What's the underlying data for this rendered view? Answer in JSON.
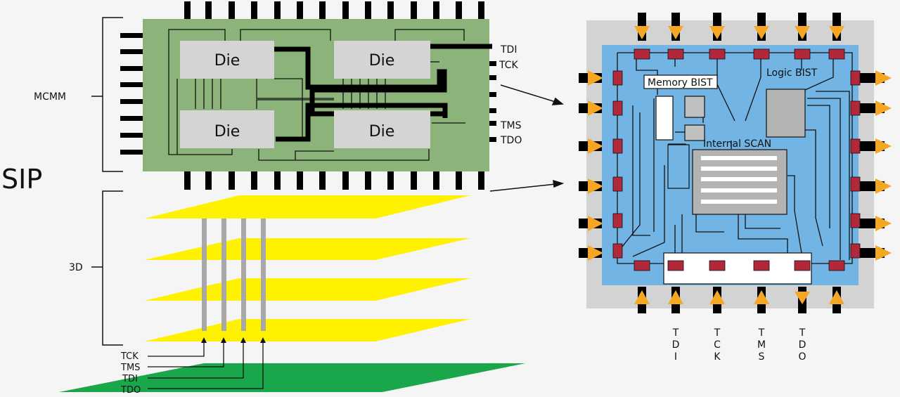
{
  "labels": {
    "sip": "SIP",
    "mcmm": "MCMM",
    "three_d": "3D",
    "die": "Die",
    "memory_bist": "Memory BIST",
    "logic_bist": "Logic BIST",
    "internal_scan": "Internal SCAN"
  },
  "mcmm_pins": {
    "tdi": "TDI",
    "tck": "TCK",
    "tms": "TMS",
    "tdo": "TDO"
  },
  "stack_pins": {
    "tck": "TCK",
    "tms": "TMS",
    "tdi": "TDI",
    "tdo": "TDO"
  },
  "chip_pins": [
    [
      "T",
      "D",
      "I"
    ],
    [
      "T",
      "C",
      "K"
    ],
    [
      "T",
      "M",
      "S"
    ],
    [
      "T",
      "D",
      "O"
    ]
  ],
  "colors": {
    "mcmm_board": "#8cb37a",
    "die": "#d4d4d4",
    "layer": "#fff200",
    "base": "#1aa64a",
    "tsv": "#a8a8a8",
    "chip_frame": "#d3d3d3",
    "chip_core": "#72b4e4",
    "io_cell": "#b0283a",
    "arrow": "#f5a623"
  }
}
